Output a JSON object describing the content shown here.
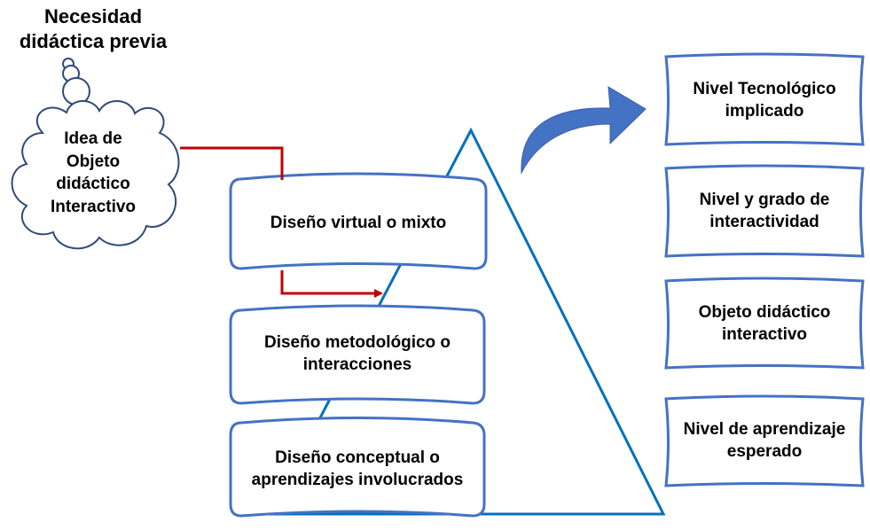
{
  "header": {
    "line1": "Necesidad",
    "line2": "didáctica previa"
  },
  "cloud": {
    "line1": "Idea de",
    "line2": "Objeto",
    "line3": "didáctico",
    "line4": "Interactivo"
  },
  "stack": [
    {
      "line1": "Diseño virtual o mixto",
      "line2": ""
    },
    {
      "line1": "Diseño metodológico o",
      "line2": "interacciones"
    },
    {
      "line1": "Diseño conceptual o",
      "line2": "aprendizajes involucrados"
    }
  ],
  "right_boxes": [
    {
      "line1": "Nivel Tecnológico",
      "line2": "implicado"
    },
    {
      "line1": "Nivel y grado de",
      "line2": "interactividad"
    },
    {
      "line1": "Objeto didáctico",
      "line2": "interactivo"
    },
    {
      "line1": "Nivel de aprendizaje",
      "line2": "esperado"
    }
  ],
  "colors": {
    "box_stroke": "#4472c4",
    "triangle_stroke": "#0070c0",
    "connector": "#c00000",
    "arrow_fill": "#4472c4"
  }
}
